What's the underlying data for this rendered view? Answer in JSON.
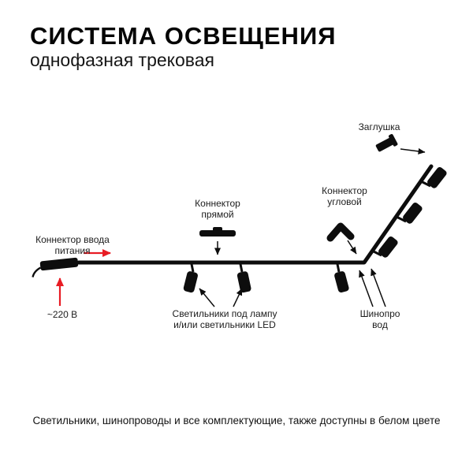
{
  "header": {
    "title": "СИСТЕМА ОСВЕЩЕНИЯ",
    "subtitle": "однофазная трековая"
  },
  "diagram": {
    "labels": {
      "end_cap": "Заглушка",
      "straight_connector": [
        "Коннектор",
        "прямой"
      ],
      "corner_connector": [
        "Коннектор",
        "угловой"
      ],
      "power_connector": [
        "Коннектор ввода",
        "питания"
      ],
      "voltage": "~220 В",
      "lights": [
        "Светильники под лампу",
        "и/или светильники LED"
      ],
      "busway": [
        "Шинопро",
        "вод"
      ]
    },
    "colors": {
      "accent_red": "#e81c24",
      "ink": "#0d0d0d"
    }
  },
  "footer": {
    "note": "Светильники, шинопроводы и все комплектующие, также доступны в белом цвете"
  }
}
